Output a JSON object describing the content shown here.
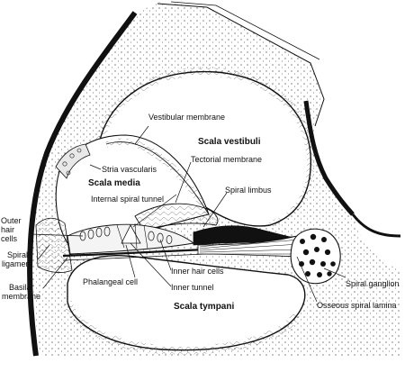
{
  "labels": {
    "vestibular_membrane": "Vestibular membrane",
    "scala_vestibuli": "Scala vestibuli",
    "tectorial_membrane": "Tectorial membrane",
    "stria_vascularis": "Stria vascularis",
    "scala_media": "Scala media",
    "internal_spiral_tunnel": "Internal spiral tunnel",
    "spiral_limbus": "Spiral limbus",
    "outer_hair_cells": [
      "Outer",
      "hair",
      "cells"
    ],
    "inner_hair_cells": "Inner hair cells",
    "spiral_ligament": [
      "Spiral",
      "ligament"
    ],
    "inner_tunnel": "Inner tunnel",
    "phalangeal_cell": "Phalangeal cell",
    "basilar_membrane": [
      "Basilar",
      "membrane"
    ],
    "spiral_ganglion": "Spiral ganglion",
    "osseous_spiral_lamina": "Osseous spiral lamina",
    "scala_tympani": "Scala tympani"
  }
}
